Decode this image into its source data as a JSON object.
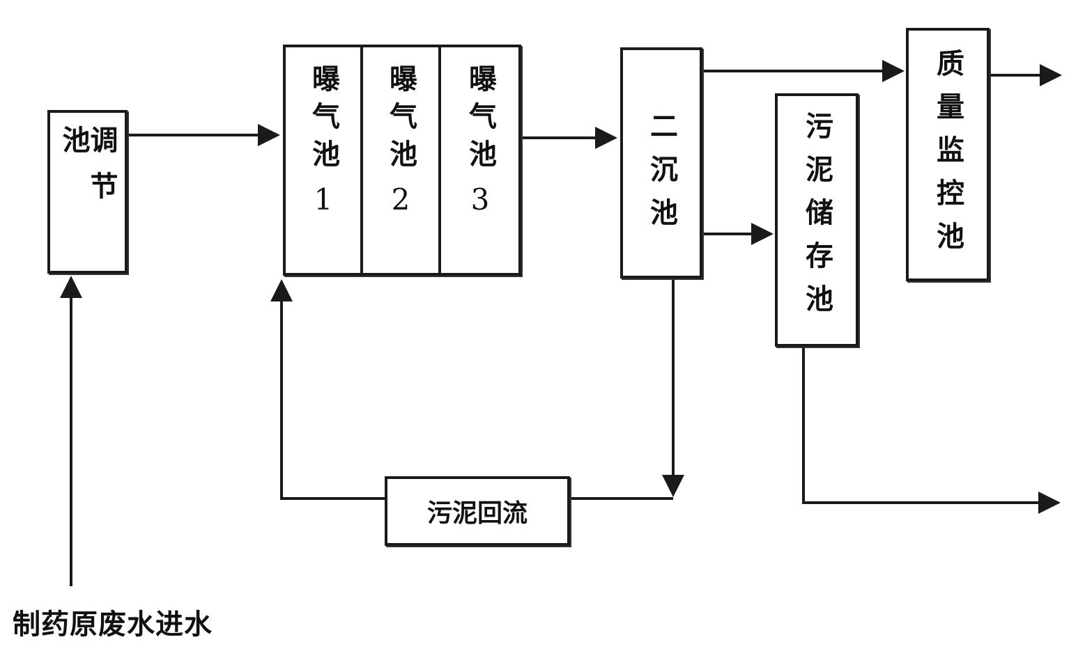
{
  "nodes": {
    "regulating_tank": "调节池",
    "aeration_tank_1": {
      "name": "曝气池",
      "number": "1"
    },
    "aeration_tank_2": {
      "name": "曝气池",
      "number": "2"
    },
    "aeration_tank_3": {
      "name": "曝气池",
      "number": "3"
    },
    "secondary_clarifier": "二沉池",
    "sludge_storage_tank": "污泥储存池",
    "quality_monitoring_tank": "质量监控池",
    "sludge_return": "污泥回流"
  },
  "inflow_label": "制药原废水进水"
}
